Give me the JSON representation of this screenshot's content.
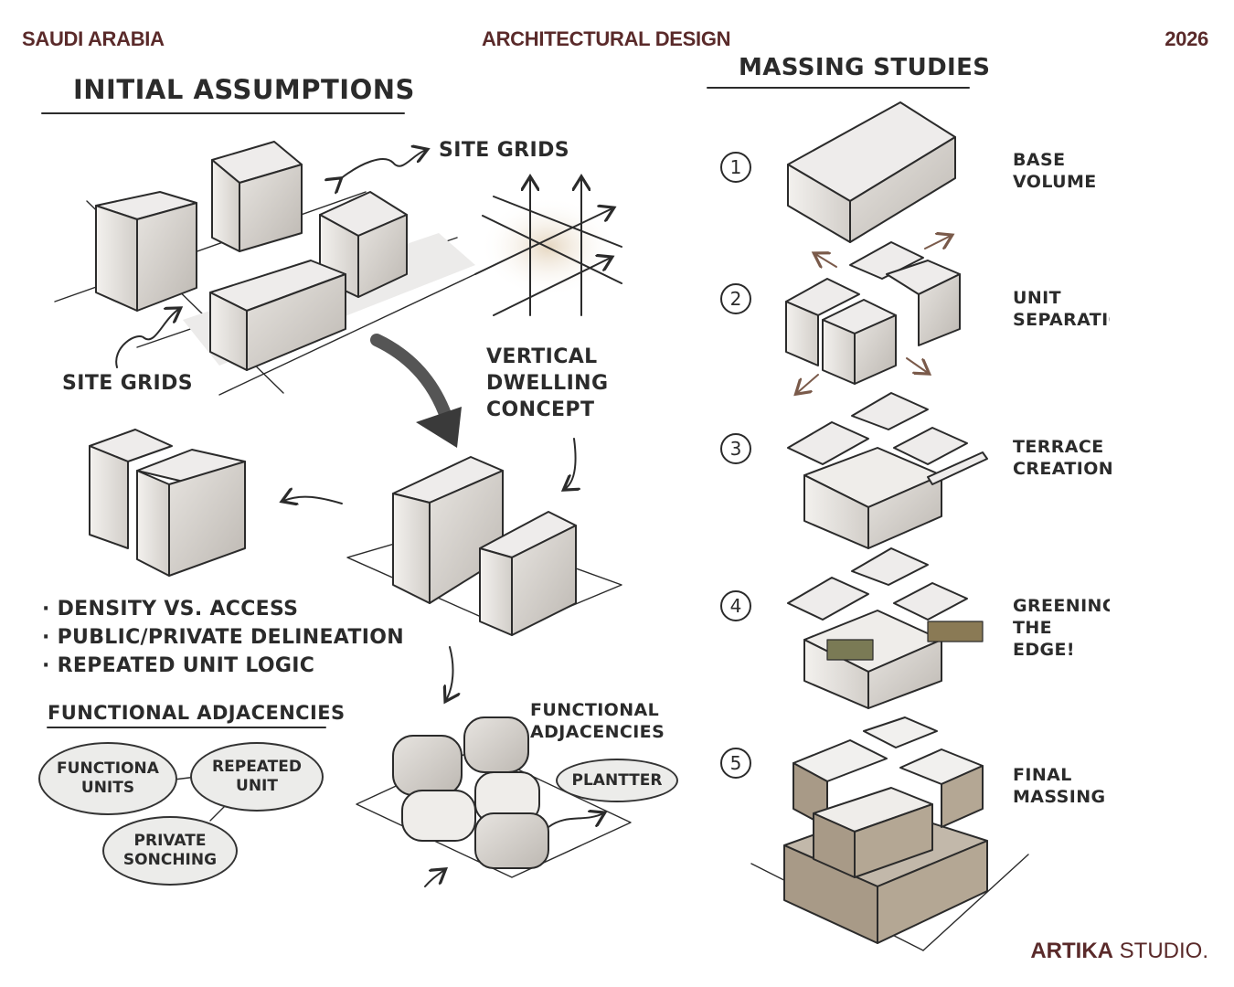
{
  "header": {
    "left": "SAUDI ARABIA",
    "center": "ARCHITECTURAL DESIGN",
    "right": "2026"
  },
  "initial": {
    "title": "INITIAL ASSUMPTIONS",
    "site_grids_top": "SITE GRIDS",
    "site_grids_left": "SITE GRIDS",
    "vertical_dwelling": "VERTICAL\nDWELLING\nCONCEPT",
    "bullets": [
      "DENSITY VS. ACCESS",
      "PUBLIC/PRIVATE DELINEATION",
      "REPEATED UNIT LOGIC"
    ],
    "functional_title": "FUNCTIONAL ADJACENCIES",
    "functional_label": "FUNCTIONAL\nADJACENCIES",
    "bubbles": [
      "FUNCTIONA\nUNITS",
      "REPEATED\nUNIT",
      "PRIVATE\nSONCHING",
      "PLANTTER"
    ]
  },
  "massing": {
    "title": "MASSING STUDIES",
    "steps": [
      {
        "num": "1",
        "label": "BASE\nVOLUME"
      },
      {
        "num": "2",
        "label": "UNIT\nSEPARATIC"
      },
      {
        "num": "3",
        "label": "TERRACE\nCREATION"
      },
      {
        "num": "4",
        "label": "GREENING\nTHE EDGE!"
      },
      {
        "num": "5",
        "label": "FINAL\nMASSING"
      }
    ]
  },
  "footer": {
    "brand_bold": "ARTIKA",
    "brand_rest": " STUDIO."
  },
  "colors": {
    "accent": "#5a2a2a",
    "ink": "#2b2b2b",
    "wash": "#d9d6d2",
    "wood": "#a89a87",
    "green": "#7a7a55"
  }
}
